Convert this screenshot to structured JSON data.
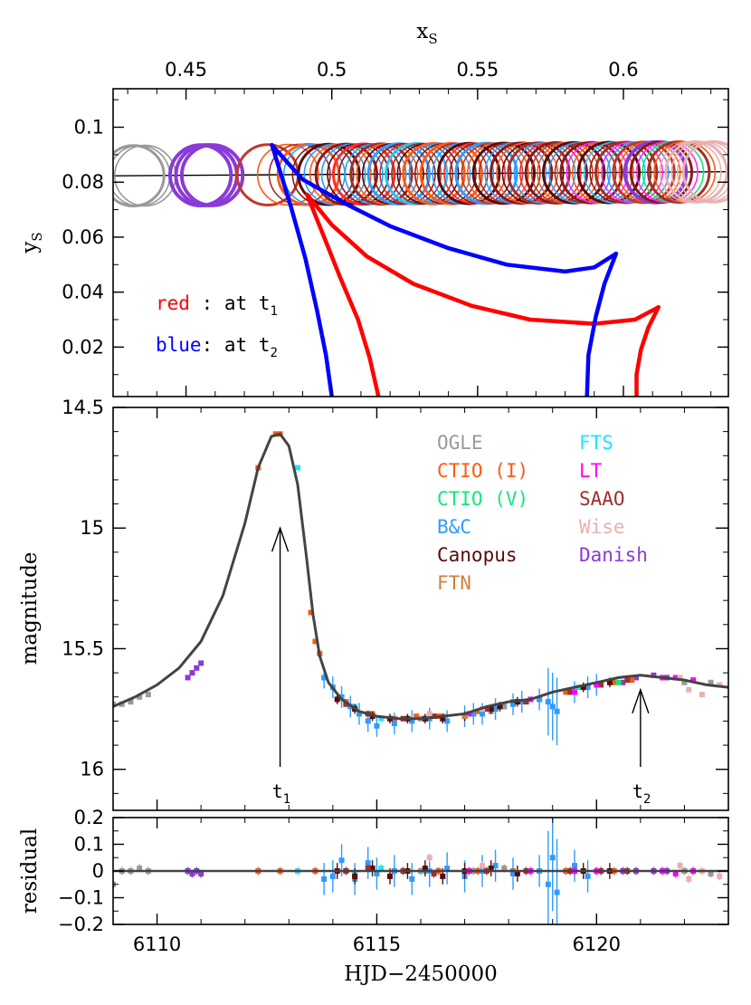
{
  "chart_data": [
    {
      "type": "scatter",
      "panel": "source-trajectory",
      "title": "",
      "xlabel": "x",
      "xlabel_sub": "S",
      "ylabel": "y",
      "ylabel_sub": "S",
      "xlim": [
        0.425,
        0.636
      ],
      "ylim": [
        0.002,
        0.114
      ],
      "xticks": [
        "0.45",
        "0.5",
        "0.55",
        "0.6"
      ],
      "yticks": [
        "0.1",
        "0.08",
        "0.06",
        "0.04",
        "0.02"
      ],
      "trajectory_line": {
        "x": [
          0.425,
          0.636
        ],
        "y": [
          0.0823,
          0.0838
        ]
      },
      "source_radius": 0.011,
      "source_positions": {
        "x": [
          0.432,
          0.434,
          0.436,
          0.455,
          0.457,
          0.459,
          0.478,
          0.485,
          0.489,
          0.492,
          0.494,
          0.497,
          0.499,
          0.501,
          0.503,
          0.505,
          0.507,
          0.509,
          0.511,
          0.513,
          0.515,
          0.517,
          0.519,
          0.521,
          0.523,
          0.525,
          0.527,
          0.529,
          0.531,
          0.533,
          0.535,
          0.537,
          0.539,
          0.541,
          0.543,
          0.545,
          0.547,
          0.549,
          0.551,
          0.553,
          0.555,
          0.557,
          0.559,
          0.561,
          0.563,
          0.565,
          0.567,
          0.569,
          0.571,
          0.573,
          0.575,
          0.577,
          0.579,
          0.581,
          0.583,
          0.585,
          0.587,
          0.589,
          0.591,
          0.593,
          0.595,
          0.597,
          0.599,
          0.601,
          0.603,
          0.605,
          0.607,
          0.609,
          0.611,
          0.613,
          0.615,
          0.617,
          0.619,
          0.621,
          0.623,
          0.625,
          0.627,
          0.629,
          0.631
        ],
        "colors": [
          "#999999",
          "#999999",
          "#999999",
          "#8a3ad6",
          "#8a3ad6",
          "#8a3ad6",
          "#c0392b",
          "#ff5a14",
          "#a0302a",
          "#ff5a14",
          "#2f9bff",
          "#8b1a1a",
          "#5a0a0a",
          "#2f9bff",
          "#ff5a14",
          "#8b1a1a",
          "#2f9bff",
          "#5a0a0a",
          "#ff2a2a",
          "#8b1a1a",
          "#2f9bff",
          "#a0302a",
          "#ff5a14",
          "#5a0a0a",
          "#2f9bff",
          "#8b1a1a",
          "#c0392b",
          "#1ec8ff",
          "#a0302a",
          "#5a0a0a",
          "#ff5a14",
          "#2f9bff",
          "#8b1a1a",
          "#ff5a14",
          "#a0302a",
          "#2f9bff",
          "#5a0a0a",
          "#ff2a2a",
          "#8b1a1a",
          "#2f9bff",
          "#c0392b",
          "#ff5a14",
          "#5a0a0a",
          "#a0302a",
          "#2f9bff",
          "#8b1a1a",
          "#ff5a14",
          "#5a0a0a",
          "#a0302a",
          "#2f9bff",
          "#ff2a2a",
          "#8b1a1a",
          "#c0392b",
          "#ff5a14",
          "#5a0a0a",
          "#2f9bff",
          "#a0302a",
          "#8b1a1a",
          "#ff2aff",
          "#ff5a14",
          "#5a0a0a",
          "#1ec8ff",
          "#8b1a1a",
          "#a0302a",
          "#ff2aff",
          "#2f9bff",
          "#c0392b",
          "#ff5a14",
          "#8a3ad6",
          "#8b1a1a",
          "#ff2aff",
          "#1ee07a",
          "#a0302a",
          "#ff5a14",
          "#eab0b0",
          "#eab0b0",
          "#eab0b0",
          "#eab0b0",
          "#eab0b0"
        ]
      },
      "caustics": [
        {
          "name": "red",
          "color": "#ff0000",
          "x": [
            0.4915,
            0.497,
            0.503,
            0.509,
            0.513,
            0.516
          ],
          "y": [
            0.0755,
            0.061,
            0.045,
            0.03,
            0.016,
            0.002
          ]
        },
        {
          "name": "red",
          "color": "#ff0000",
          "x": [
            0.4915,
            0.5,
            0.512,
            0.528,
            0.548,
            0.568,
            0.59,
            0.604,
            0.612
          ],
          "y": [
            0.0755,
            0.0645,
            0.053,
            0.043,
            0.035,
            0.03,
            0.0285,
            0.03,
            0.0345
          ]
        },
        {
          "name": "red",
          "color": "#ff0000",
          "x": [
            0.612,
            0.6085,
            0.606,
            0.6045,
            0.6045
          ],
          "y": [
            0.0345,
            0.027,
            0.019,
            0.01,
            0.002
          ]
        },
        {
          "name": "blue",
          "color": "#0000ff",
          "x": [
            0.4795,
            0.486,
            0.491,
            0.495,
            0.498,
            0.5
          ],
          "y": [
            0.0935,
            0.071,
            0.052,
            0.033,
            0.017,
            0.002
          ]
        },
        {
          "name": "blue",
          "color": "#0000ff",
          "x": [
            0.4795,
            0.49,
            0.505,
            0.52,
            0.54,
            0.56,
            0.58,
            0.59,
            0.5975
          ],
          "y": [
            0.0935,
            0.081,
            0.072,
            0.064,
            0.056,
            0.05,
            0.0475,
            0.049,
            0.054
          ]
        },
        {
          "name": "blue",
          "color": "#0000ff",
          "x": [
            0.5975,
            0.5935,
            0.5905,
            0.588,
            0.5875
          ],
          "y": [
            0.054,
            0.043,
            0.031,
            0.017,
            0.002
          ]
        }
      ],
      "annotations": [
        {
          "label": "red",
          "label_color": "#ff0000",
          "text": " : at t",
          "sub": "1"
        },
        {
          "label": "blue",
          "label_color": "#0000ff",
          "text": ": at t",
          "sub": "2"
        }
      ]
    },
    {
      "type": "scatter",
      "panel": "light-curve",
      "xlabel": "",
      "ylabel": "magnitude",
      "xlim": [
        6109,
        6123
      ],
      "ylim": [
        16.17,
        14.5
      ],
      "yticks": [
        "14.5",
        "15",
        "15.5",
        "16"
      ],
      "model_curve": {
        "x": [
          6109,
          6109.5,
          6110,
          6110.5,
          6111,
          6111.5,
          6112,
          6112.3,
          6112.6,
          6112.8,
          6113,
          6113.2,
          6113.4,
          6113.55,
          6113.7,
          6113.9,
          6114.2,
          6114.6,
          6115,
          6115.5,
          6116,
          6116.5,
          6117,
          6117.5,
          6118,
          6118.5,
          6119,
          6119.5,
          6120,
          6120.5,
          6121,
          6121.5,
          6122,
          6122.5,
          6123
        ],
        "y": [
          15.74,
          15.7,
          15.65,
          15.58,
          15.47,
          15.28,
          14.98,
          14.75,
          14.62,
          14.61,
          14.66,
          14.82,
          15.12,
          15.36,
          15.53,
          15.64,
          15.71,
          15.76,
          15.78,
          15.79,
          15.79,
          15.78,
          15.77,
          15.74,
          15.72,
          15.71,
          15.68,
          15.66,
          15.64,
          15.62,
          15.61,
          15.62,
          15.63,
          15.65,
          15.66
        ]
      },
      "legend": [
        {
          "name": "OGLE",
          "color": "#999999"
        },
        {
          "name": "FTS",
          "color": "#1ee6ff"
        },
        {
          "name": "CTIO (I)",
          "color": "#ff5a14"
        },
        {
          "name": "LT",
          "color": "#ff00ff"
        },
        {
          "name": "CTIO (V)",
          "color": "#14e87a"
        },
        {
          "name": "SAAO",
          "color": "#a0302a"
        },
        {
          "name": "B&C",
          "color": "#2f9bff"
        },
        {
          "name": "Wise",
          "color": "#eab0b0"
        },
        {
          "name": "Canopus",
          "color": "#5a0a0a"
        },
        {
          "name": "Danish",
          "color": "#8a3ad6"
        },
        {
          "name": "FTN",
          "color": "#d08040"
        }
      ],
      "annotations": [
        {
          "text": "t",
          "sub": "1",
          "x": 6112.8,
          "arrow_from": 15.99,
          "arrow_to": 15.0
        },
        {
          "text": "t",
          "sub": "2",
          "x": 6121.0,
          "arrow_from": 15.99,
          "arrow_to": 15.67
        }
      ],
      "observations": {
        "OGLE": {
          "x": [
            6109.0,
            6109.2,
            6109.4,
            6109.6,
            6109.8,
            6116.0,
            6116.5,
            6117.2,
            6117.6,
            6117.9,
            6122.0,
            6122.6
          ],
          "y": [
            15.73,
            15.73,
            15.72,
            15.7,
            15.69,
            15.79,
            15.78,
            15.77,
            15.76,
            15.74,
            15.64,
            15.64
          ]
        },
        "Danish": {
          "x": [
            6110.7,
            6110.8,
            6110.9,
            6111.0,
            6120.6,
            6120.9,
            6121.3,
            6121.6
          ],
          "y": [
            15.62,
            15.6,
            15.58,
            15.56,
            15.64,
            15.62,
            15.61,
            15.62
          ]
        },
        "CTIO (I)": {
          "x": [
            6112.3,
            6112.7,
            6112.8,
            6113.5,
            6113.6,
            6113.7,
            6114.3,
            6114.9,
            6115.4,
            6115.9,
            6116.4,
            6117.3,
            6118.1,
            6118.7,
            6119.3,
            6119.8,
            6120.4,
            6120.8
          ],
          "y": [
            14.75,
            14.61,
            14.61,
            15.35,
            15.47,
            15.52,
            15.72,
            15.77,
            15.79,
            15.78,
            15.78,
            15.76,
            15.72,
            15.71,
            15.68,
            15.66,
            15.64,
            15.63
          ]
        },
        "FTS": {
          "x": [
            6113.2,
            6114.5,
            6115.1,
            6116.1,
            6119.6
          ],
          "y": [
            14.75,
            15.74,
            15.79,
            15.79,
            15.66
          ]
        },
        "B&C": {
          "x": [
            6113.8,
            6114.0,
            6114.2,
            6114.4,
            6114.6,
            6114.8,
            6115.0,
            6115.4,
            6115.8,
            6116.2,
            6116.6,
            6117.0,
            6117.2,
            6117.4,
            6117.7,
            6118.1,
            6118.3,
            6118.7,
            6118.9,
            6119.0,
            6119.1,
            6119.5,
            6119.8,
            6120.0
          ],
          "y": [
            15.62,
            15.66,
            15.7,
            15.74,
            15.77,
            15.8,
            15.82,
            15.81,
            15.8,
            15.79,
            15.8,
            15.78,
            15.77,
            15.77,
            15.75,
            15.73,
            15.72,
            15.71,
            15.72,
            15.74,
            15.76,
            15.68,
            15.66,
            15.65
          ]
        },
        "Canopus": {
          "x": [
            6114.1,
            6114.5,
            6114.9,
            6115.3,
            6115.7,
            6116.1,
            6116.5,
            6117.0,
            6117.6,
            6117.8,
            6118.2,
            6119.7,
            6120.3
          ],
          "y": [
            15.71,
            15.75,
            15.78,
            15.79,
            15.79,
            15.79,
            15.79,
            15.78,
            15.75,
            15.74,
            15.72,
            15.66,
            15.64
          ]
        },
        "SAAO": {
          "x": [
            6114.3,
            6114.8,
            6115.6,
            6116.3,
            6117.5,
            6118.4,
            6119.4,
            6120.1,
            6120.7
          ],
          "y": [
            15.73,
            15.77,
            15.79,
            15.78,
            15.75,
            15.72,
            15.68,
            15.65,
            15.63
          ]
        },
        "LT": {
          "x": [
            6117.1,
            6118.5,
            6119.5,
            6120.0,
            6121.5,
            6121.8,
            6122.2
          ],
          "y": [
            15.77,
            15.71,
            15.68,
            15.65,
            15.62,
            15.62,
            15.63
          ]
        },
        "Wise": {
          "x": [
            6116.2,
            6117.4,
            6121.9,
            6122.1,
            6122.4,
            6122.8
          ],
          "y": [
            15.77,
            15.75,
            15.62,
            15.67,
            15.69,
            15.65
          ]
        },
        "CTIO (V)": {
          "x": [
            6120.5
          ],
          "y": [
            15.64
          ]
        },
        "FTN": {
          "x": [
            6117.0
          ],
          "y": [
            15.78
          ]
        }
      }
    },
    {
      "type": "scatter",
      "panel": "residuals",
      "xlabel": "HJD−2450000",
      "ylabel": "residual",
      "xlim": [
        6109,
        6123
      ],
      "ylim": [
        -0.2,
        0.2
      ],
      "xticks": [
        "6110",
        "6115",
        "6120"
      ],
      "yticks": [
        "0.2",
        "0.1",
        "0",
        "−0.1",
        "−0.2"
      ],
      "observations": {
        "OGLE": {
          "x": [
            6109.0,
            6109.2,
            6109.4,
            6109.6,
            6109.8,
            6116.0,
            6117.2,
            6117.9,
            6122.0,
            6122.6
          ],
          "y": [
            -0.05,
            0.0,
            0.0,
            0.01,
            0.0,
            0.0,
            0.0,
            0.01,
            0.0,
            -0.01
          ]
        },
        "Danish": {
          "x": [
            6110.7,
            6110.8,
            6110.9,
            6111.0,
            6120.6,
            6120.9,
            6121.3,
            6121.6
          ],
          "y": [
            0.0,
            -0.01,
            0.0,
            -0.01,
            0.0,
            0.0,
            0.0,
            0.0
          ]
        },
        "CTIO (I)": {
          "x": [
            6112.3,
            6112.8,
            6113.6,
            6114.3,
            6114.9,
            6115.4,
            6116.4,
            6117.3,
            6118.1,
            6119.3,
            6120.4
          ],
          "y": [
            0.0,
            0.0,
            0.0,
            0.0,
            0.01,
            0.0,
            0.0,
            0.0,
            0.0,
            0.0,
            0.0
          ]
        },
        "FTS": {
          "x": [
            6113.2,
            6114.5,
            6115.1,
            6116.1
          ],
          "y": [
            0.0,
            -0.01,
            0.01,
            0.0
          ]
        },
        "B&C": {
          "x": [
            6113.8,
            6114.0,
            6114.2,
            6114.5,
            6114.8,
            6115.0,
            6115.4,
            6115.8,
            6116.2,
            6116.6,
            6117.0,
            6117.4,
            6117.7,
            6118.1,
            6118.7,
            6118.9,
            6119.0,
            6119.1,
            6119.5,
            6119.8
          ],
          "y": [
            -0.03,
            -0.02,
            0.04,
            -0.03,
            0.03,
            -0.01,
            0.0,
            -0.03,
            0.0,
            0.01,
            -0.02,
            0.0,
            0.02,
            -0.01,
            0.0,
            -0.05,
            0.05,
            -0.08,
            0.02,
            -0.02
          ]
        },
        "Canopus": {
          "x": [
            6114.1,
            6114.5,
            6114.9,
            6115.3,
            6115.7,
            6116.1,
            6116.5,
            6117.0,
            6117.6,
            6118.2,
            6119.7,
            6120.3
          ],
          "y": [
            0.0,
            -0.02,
            0.01,
            -0.02,
            0.0,
            0.01,
            -0.02,
            0.0,
            0.01,
            -0.01,
            0.0,
            0.0
          ]
        },
        "SAAO": {
          "x": [
            6114.3,
            6114.8,
            6115.6,
            6116.3,
            6117.5,
            6118.4,
            6119.4,
            6120.1,
            6120.7
          ],
          "y": [
            0.0,
            0.01,
            0.0,
            -0.01,
            0.0,
            0.0,
            0.0,
            0.0,
            0.0
          ]
        },
        "LT": {
          "x": [
            6117.1,
            6118.5,
            6119.5,
            6120.0,
            6121.5,
            6121.8,
            6122.2
          ],
          "y": [
            0.0,
            0.0,
            0.0,
            0.0,
            0.0,
            -0.01,
            0.0
          ]
        },
        "Wise": {
          "x": [
            6116.2,
            6117.4,
            6121.9,
            6122.1,
            6122.4,
            6122.8
          ],
          "y": [
            0.05,
            0.02,
            0.02,
            -0.03,
            0.0,
            -0.02
          ]
        }
      }
    }
  ]
}
